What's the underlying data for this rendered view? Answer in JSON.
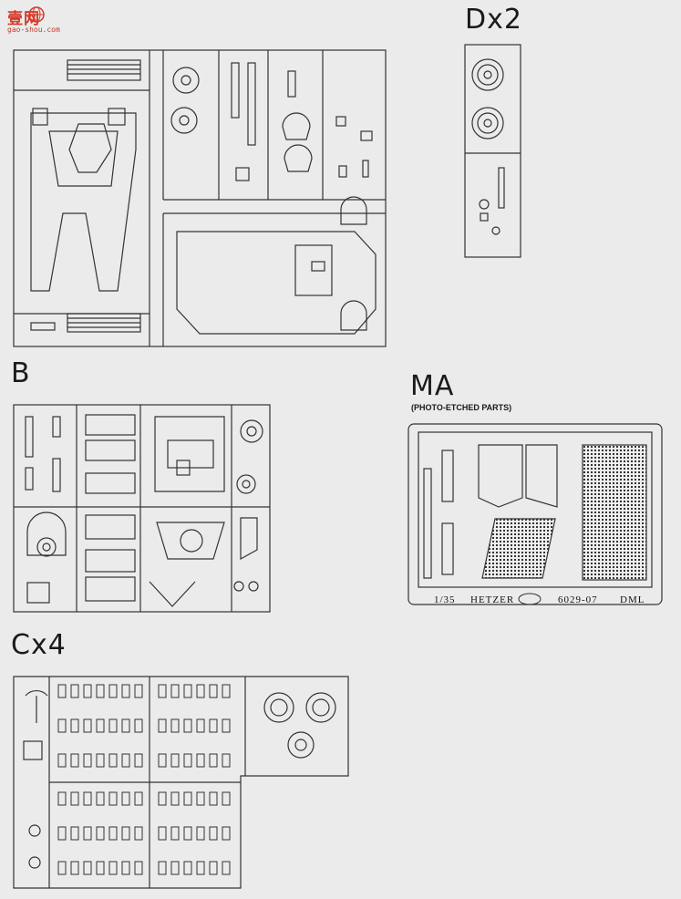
{
  "watermark": {
    "brand": "壹网",
    "url": "gao-shou.com"
  },
  "sprues": {
    "d": {
      "label": "Dx2"
    },
    "b": {
      "label": "B"
    },
    "ma": {
      "label": "MA",
      "subtitle": "(PHOTO-ETCHED PARTS)",
      "caption": [
        "1/35",
        "HETZER",
        "6029-07",
        "DML"
      ]
    },
    "c": {
      "label": "Cx4"
    }
  }
}
